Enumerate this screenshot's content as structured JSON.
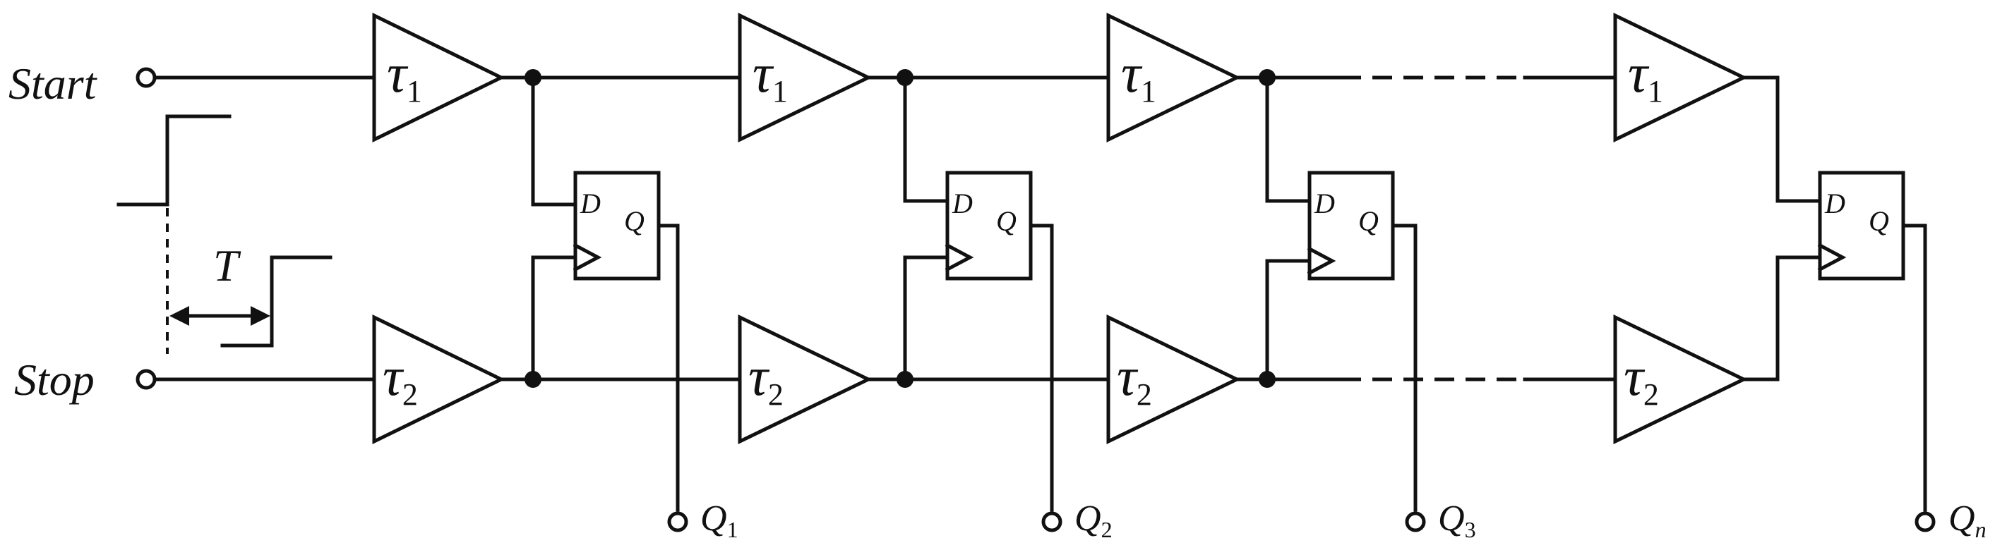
{
  "inputs": {
    "start": "Start",
    "stop": "Stop"
  },
  "interval_label": "T",
  "delay_top": {
    "symbol": "τ",
    "sub": "1"
  },
  "delay_bottom": {
    "symbol": "τ",
    "sub": "2"
  },
  "flipflop": {
    "d": "D",
    "q": "Q"
  },
  "outputs": [
    {
      "base": "Q",
      "sub": "1"
    },
    {
      "base": "Q",
      "sub": "2"
    },
    {
      "base": "Q",
      "sub": "3"
    },
    {
      "base": "Q",
      "sub": "n"
    }
  ],
  "colors": {
    "line": "#111111",
    "background": "#ffffff"
  }
}
